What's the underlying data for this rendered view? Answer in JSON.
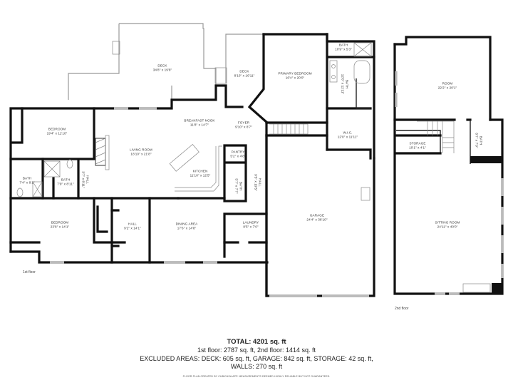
{
  "floors": [
    {
      "id": "first",
      "label": "1st floor",
      "rooms": [
        {
          "name": "DECK",
          "dims": "34'8\" x 19'8\""
        },
        {
          "name": "DECK",
          "dims": "8'10\" x 16'11\""
        },
        {
          "name": "PRIMARY BEDROOM",
          "dims": "16'4\" x 20'0\""
        },
        {
          "name": "BATH",
          "dims": "10'9\" x 5'3\""
        },
        {
          "name": "BATH",
          "dims": "12'0\" x 11'11\""
        },
        {
          "name": "W.I.C.",
          "dims": "12'0\" x 11'11\""
        },
        {
          "name": "BEDROOM",
          "dims": "19'4\" x 11'10\""
        },
        {
          "name": "BREAKFAST NOOK",
          "dims": "11'8\" x 14'7\""
        },
        {
          "name": "FOYER",
          "dims": "9'10\" x 8'7\""
        },
        {
          "name": "LIVING ROOM",
          "dims": "18'10\" x 21'8\""
        },
        {
          "name": "PANTRY",
          "dims": "5'2\" x 4'8\""
        },
        {
          "name": "KITCHEN",
          "dims": "11'10\" x 12'5\""
        },
        {
          "name": "BATH",
          "dims": "7'4\" x 8'1\""
        },
        {
          "name": "BATH",
          "dims": "7'9\" x 8'11\""
        },
        {
          "name": "HALL",
          "dims": "3'7\" x 8'11\""
        },
        {
          "name": "BATH",
          "dims": "5'7\" x 7'7\""
        },
        {
          "name": "HALL",
          "dims": "9'5\" x 19'5\""
        },
        {
          "name": "GARAGE",
          "dims": "24'4\" x 36'10\""
        },
        {
          "name": "BEDROOM",
          "dims": "23'8\" x 14'1\""
        },
        {
          "name": "HALL",
          "dims": "9'2\" x 14'1\""
        },
        {
          "name": "DINING AREA",
          "dims": "17'6\" x 14'8\""
        },
        {
          "name": "LAUNDRY",
          "dims": "8'5\" x 7'0\""
        }
      ]
    },
    {
      "id": "second",
      "label": "2nd floor",
      "rooms": [
        {
          "name": "ROOM",
          "dims": "22'2\" x 20'1\""
        },
        {
          "name": "STORAGE",
          "dims": "10'1\" x 4'1\""
        },
        {
          "name": "BATH",
          "dims": "8'7\" x 7'9\""
        },
        {
          "name": "SITTING ROOM",
          "dims": "24'11\" x 40'0\""
        }
      ]
    }
  ],
  "summary": {
    "total": "TOTAL: 4201 sq. ft",
    "floors_line": "1st floor: 2787 sq. ft, 2nd floor: 1414 sq. ft",
    "excluded_line": "EXCLUDED AREAS: DECK: 605 sq. ft, GARAGE: 842 sq. ft, STORAGE: 42 sq. ft,",
    "walls_line": "WALLS: 270 sq. ft",
    "disclaimer": "FLOOR PLAN CREATED BY CUBICASA APP. MEASUREMENTS DEEMED HIGHLY RELIABLE BUT NOT GUARANTEED."
  }
}
